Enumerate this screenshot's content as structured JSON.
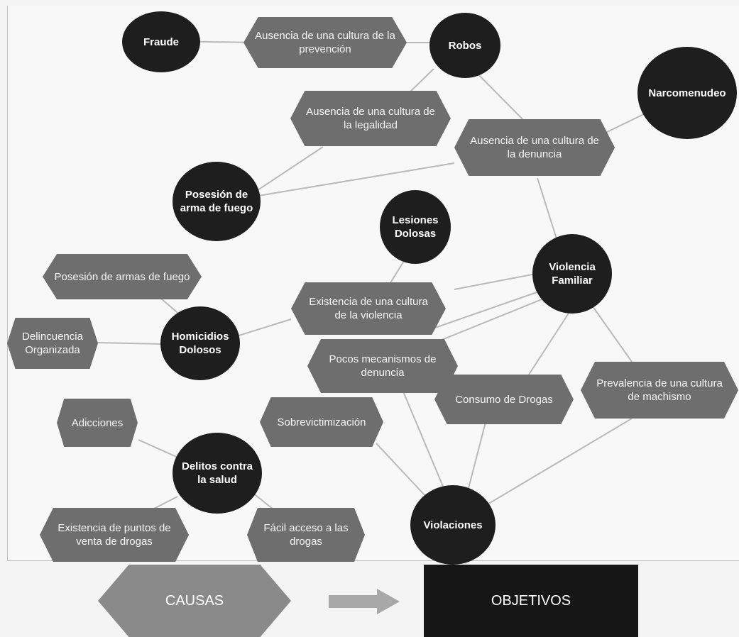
{
  "causes": {
    "ausencia_prevencion": "Ausencia de una cultura de la prevención",
    "ausencia_legalidad": "Ausencia de una cultura de la legalidad",
    "ausencia_denuncia": "Ausencia de una cultura de la denuncia",
    "posesion_armas": "Posesión de armas de fuego",
    "delincuencia_organizada": "Delincuencia Organizada",
    "cultura_violencia": "Existencia de una cultura de la violencia",
    "pocos_mecanismos": "Pocos mecanismos de denuncia",
    "consumo_drogas": "Consumo de Drogas",
    "machismo": "Prevalencia de una cultura de machismo",
    "adicciones": "Adicciones",
    "sobrevictimizacion": "Sobrevictimización",
    "puntos_venta": "Existencia de puntos de venta de drogas",
    "facil_acceso": "Fácil acceso a las drogas"
  },
  "objectives": {
    "fraude": "Fraude",
    "robos": "Robos",
    "narcomenudeo": "Narcomenudeo",
    "posesion_arma": "Posesión de arma de fuego",
    "lesiones": "Lesiones Dolosas",
    "violencia_familiar": "Violencia Familiar",
    "homicidios": "Homicidios Dolosos",
    "delitos_salud": "Delitos contra la salud",
    "violaciones": "Violaciones"
  },
  "legend": {
    "causes_label": "CAUSAS",
    "objectives_label": "OBJETIVOS"
  }
}
